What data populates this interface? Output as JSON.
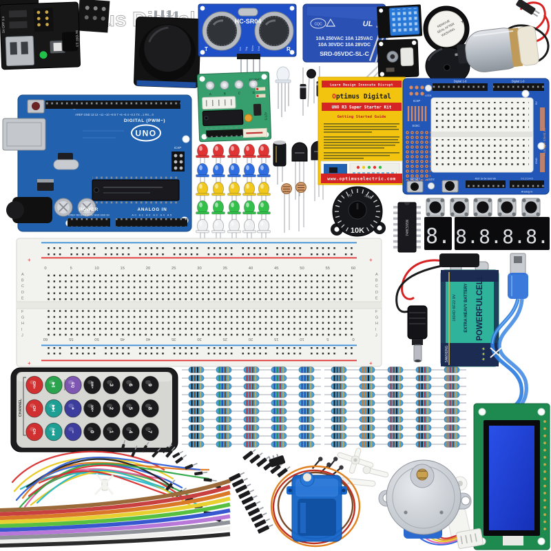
{
  "photo": {
    "watermark": "Optimus Digital"
  },
  "power_module": {
    "label_left": "5V OFF 3.3",
    "label_right": "5V OFF 3.3"
  },
  "ultrasonic": {
    "title": "HC-SR04",
    "left_mark": "T",
    "right_mark": "R",
    "pins": [
      "Vcc",
      "Trig",
      "Echo",
      "Gnd"
    ]
  },
  "relay": {
    "cqc": "CQC",
    "ul": "UL",
    "ul_sub": "us",
    "line1": "10A 250VAC 10A 125VAC",
    "line2": "10A 30VDC 10A 28VDC",
    "model": "SRD-05VDC-SL-C"
  },
  "active_buzzer": {
    "sticker": [
      "REMOVE",
      "SEAL AFTER",
      "WASHING"
    ],
    "plus": "+"
  },
  "passive_buzzer": {
    "plus": "+"
  },
  "uno": {
    "logo": "UNO",
    "digital_label": "DIGITAL (PWM~)",
    "digital_pins": "AREF GND 13 12 ~11 ~10 ~9 8 7 ~6 ~5 4 ~3 2 TX→1 RX←0",
    "icsp": "ICSP",
    "tx": "TX",
    "rx": "RX",
    "power_label": "POWER",
    "power_pins": "IOREF RESET 3.3V 5V GND GND Vin",
    "analog_label": "ANALOG IN",
    "analog_pins": "A0 A1 A2 A3 A4 A5"
  },
  "stepper_driver": {
    "code": "X113647",
    "leds": [
      "A",
      "B",
      "C",
      "D"
    ],
    "voltage": "5-12V"
  },
  "booklet": {
    "banner": "Learn  Design  Innovate  Disrupt",
    "brand_first": "O",
    "brand_rest": "ptimus  Digital",
    "title": "UNO R3 Super Starter Kit",
    "subtitle": "Getting Started Guide",
    "url": "www.optimuselectric.com"
  },
  "proto_shield": {
    "digital_left": "Digital 1-8",
    "digital_right": "Digital 1-0",
    "icsp": "ICSP",
    "soic": "SOIC",
    "led1": "LED1",
    "led2": "LED2",
    "reset": "RESET",
    "side": "Prototype Shield v.5",
    "bottom_pins": "RST 3v 5v Gnd Vin",
    "analog_nums": "0 1 2 3 4 5",
    "analog_label": "Analog in",
    "gnd": "GND",
    "v5": "5V"
  },
  "potentiometer": {
    "value": "10K",
    "brand_left": "YU",
    "brand_right": "JIAN"
  },
  "shift_register": {
    "part": "74HC595N"
  },
  "seven_segment": {
    "digit": "8."
  },
  "breadboard": {
    "numbers": [
      "0",
      "5",
      "10",
      "15",
      "20",
      "25",
      "30",
      "35",
      "40",
      "45",
      "50",
      "55",
      "60"
    ],
    "letters_top": [
      "A",
      "B",
      "C",
      "D",
      "E"
    ],
    "letters_bottom": [
      "F",
      "G",
      "H",
      "I",
      "J"
    ],
    "plus": "+"
  },
  "battery": {
    "brand": "POWERFULCELL",
    "type": "EXTRA HEAVY BATTERY",
    "model": "1604D 6F22 9V",
    "maker": "SAMXENG",
    "stars": "★ ★ ★"
  },
  "remote": {
    "channel": "CHANNEL",
    "rows": [
      {
        "labels": [
          "CH+",
          "▶||",
          "EQ",
          "200+",
          "3",
          "6",
          "9"
        ],
        "colors": [
          "#d03030",
          "#2ba34e",
          "#7e57b2",
          "#1b1b1d",
          "#1b1b1d",
          "#1b1b1d",
          "#1b1b1d"
        ]
      },
      {
        "labels": [
          "CH",
          "▶▶|",
          "+",
          "100+",
          "2",
          "5",
          "8"
        ],
        "colors": [
          "#d03030",
          "#1f9e94",
          "#3d3d9e",
          "#1b1b1d",
          "#1b1b1d",
          "#1b1b1d",
          "#1b1b1d"
        ]
      },
      {
        "labels": [
          "CH-",
          "|◀◀",
          "−",
          "0",
          "1",
          "4",
          "7"
        ],
        "colors": [
          "#d03030",
          "#1f9e94",
          "#3d3d9e",
          "#1b1b1d",
          "#1b1b1d",
          "#1b1b1d",
          "#1b1b1d"
        ]
      }
    ],
    "sub_labels": [
      "PLAY/PAUSE",
      "NEXT",
      "PREV",
      "VOL+",
      "VOL-"
    ]
  },
  "palette": {
    "arduino_blue": "#2161ae",
    "pcb_green": "#379f6e",
    "relay_blue": "#2b50b4",
    "shield_blue": "#2257b8",
    "booklet_yellow": "#f2c410",
    "booklet_red": "#d42424",
    "battery_teal": "#2fb39a",
    "battery_navy": "#1b2b52",
    "usb_blue": "#2e7de0",
    "lcd_green": "#1e8a50",
    "lcd_screen": "#1f3bd0",
    "led_rows": [
      "#e03434",
      "#2e6ee0",
      "#f0c81e",
      "#32c04a",
      "#eef0f2"
    ],
    "resistor_body": "#46a0d8",
    "resistor_bands": [
      [
        "#1b1b1b",
        "#7a4520",
        "#1b1b1b",
        "#caa84a"
      ],
      [
        "#2a8a4a",
        "#2a4aaa",
        "#7a4520",
        "#caa84a"
      ],
      [
        "#c03030",
        "#c03030",
        "#7a4520",
        "#caa84a"
      ],
      [
        "#2a4aaa",
        "#2a8a4a",
        "#c03030",
        "#caa84a"
      ],
      [
        "#2a4aaa",
        "#2a4aaa",
        "#444444",
        "#caa84a"
      ],
      [
        "#1b1b1b",
        "#444444",
        "#7a4520",
        "#caa84a"
      ],
      [
        "#d87820",
        "#d87820",
        "#1b1b1b",
        "#caa84a"
      ],
      [
        "#c03030",
        "#7a4520",
        "#1b1b1b",
        "#caa84a"
      ],
      [
        "#7a4520",
        "#1b1b1b",
        "#c03030",
        "#caa84a"
      ],
      [
        "#d87820",
        "#c03030",
        "#7a4520",
        "#caa84a"
      ]
    ],
    "jumper_colors": [
      "#d83030",
      "#e8c820",
      "#3060d8",
      "#30a848",
      "#28b8c8",
      "#e07820",
      "#e060a0",
      "#222222",
      "#d83030",
      "#e8c820",
      "#3060d8",
      "#30a848",
      "#28b8c8",
      "#d83030"
    ],
    "ribbon_colors": [
      "#9a6a3a",
      "#c84040",
      "#d87828",
      "#e8d030",
      "#58c040",
      "#3858d0",
      "#b878d8",
      "#90929a",
      "#f0f0ee",
      "#2a2a2a"
    ],
    "stepper_wire_colors": [
      "#3a6ae0",
      "#e06ab0",
      "#e8d030",
      "#e08830",
      "#d03030"
    ]
  }
}
